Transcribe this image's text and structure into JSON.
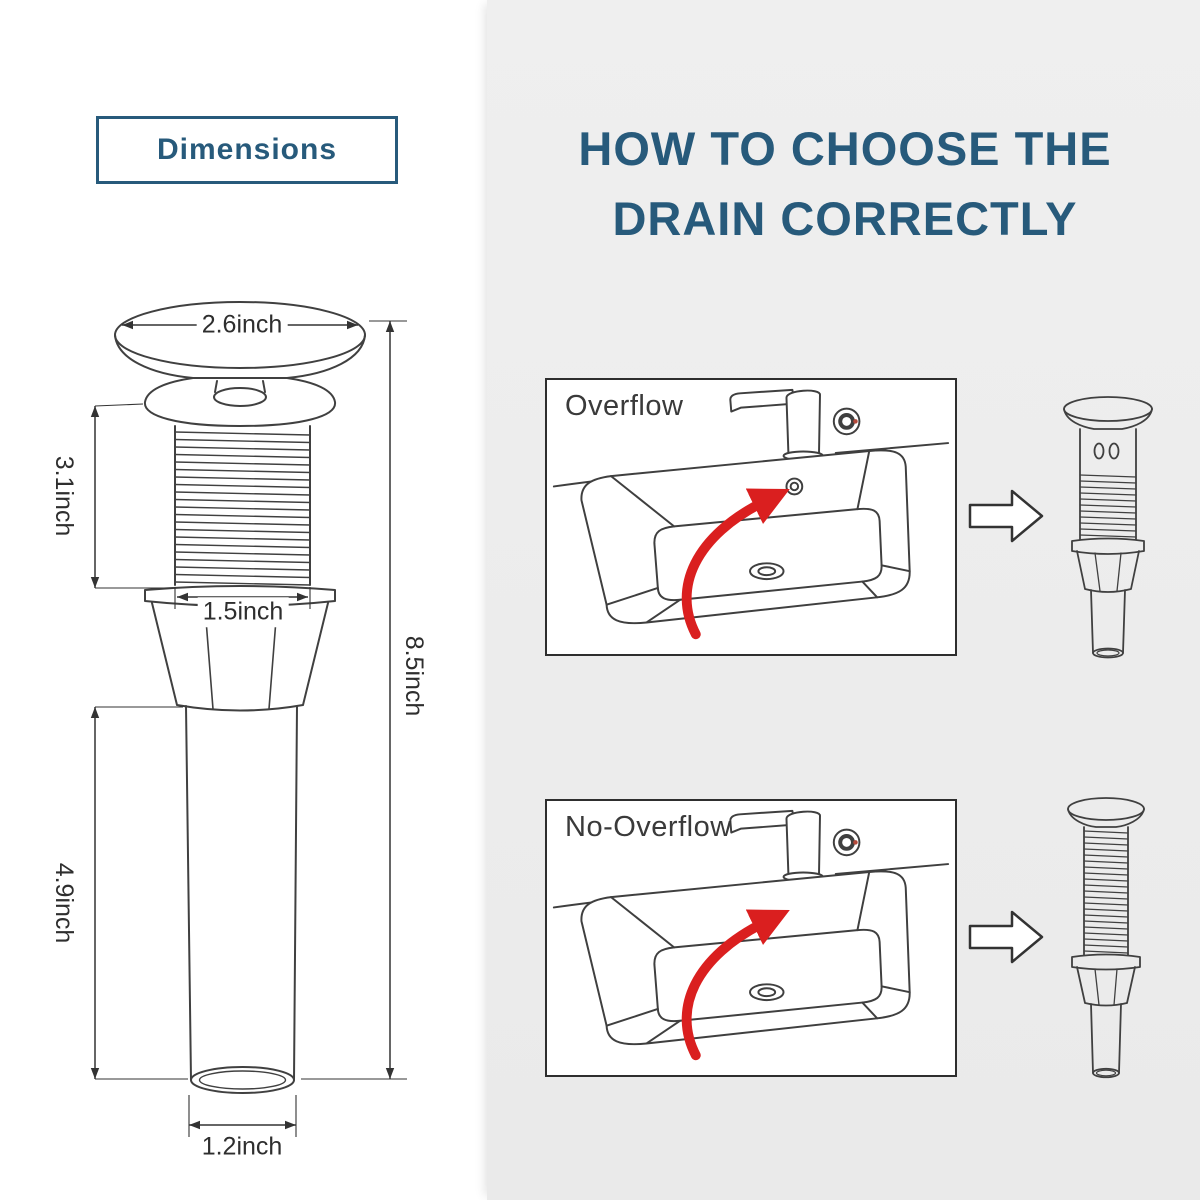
{
  "dimensions_section": {
    "title": "Dimensions",
    "labels": {
      "cap_diameter": "2.6inch",
      "thread_height": "3.1inch",
      "thread_diameter": "1.5inch",
      "total_height": "8.5inch",
      "tailpipe_length": "4.9inch",
      "tailpipe_diameter": "1.2inch"
    }
  },
  "guide_section": {
    "title_line1": "HOW TO CHOOSE THE",
    "title_line2": "DRAIN CORRECTLY",
    "panels": [
      {
        "label": "Overflow",
        "drain_icon": "drain-with-overflow-icon"
      },
      {
        "label": "No-Overflow",
        "drain_icon": "drain-without-overflow-icon"
      }
    ]
  },
  "colors": {
    "accent_teal": "#275a7b",
    "line_art": "#404040",
    "arrow_red": "#da1f1f",
    "right_panel_bg": "#ededed"
  }
}
